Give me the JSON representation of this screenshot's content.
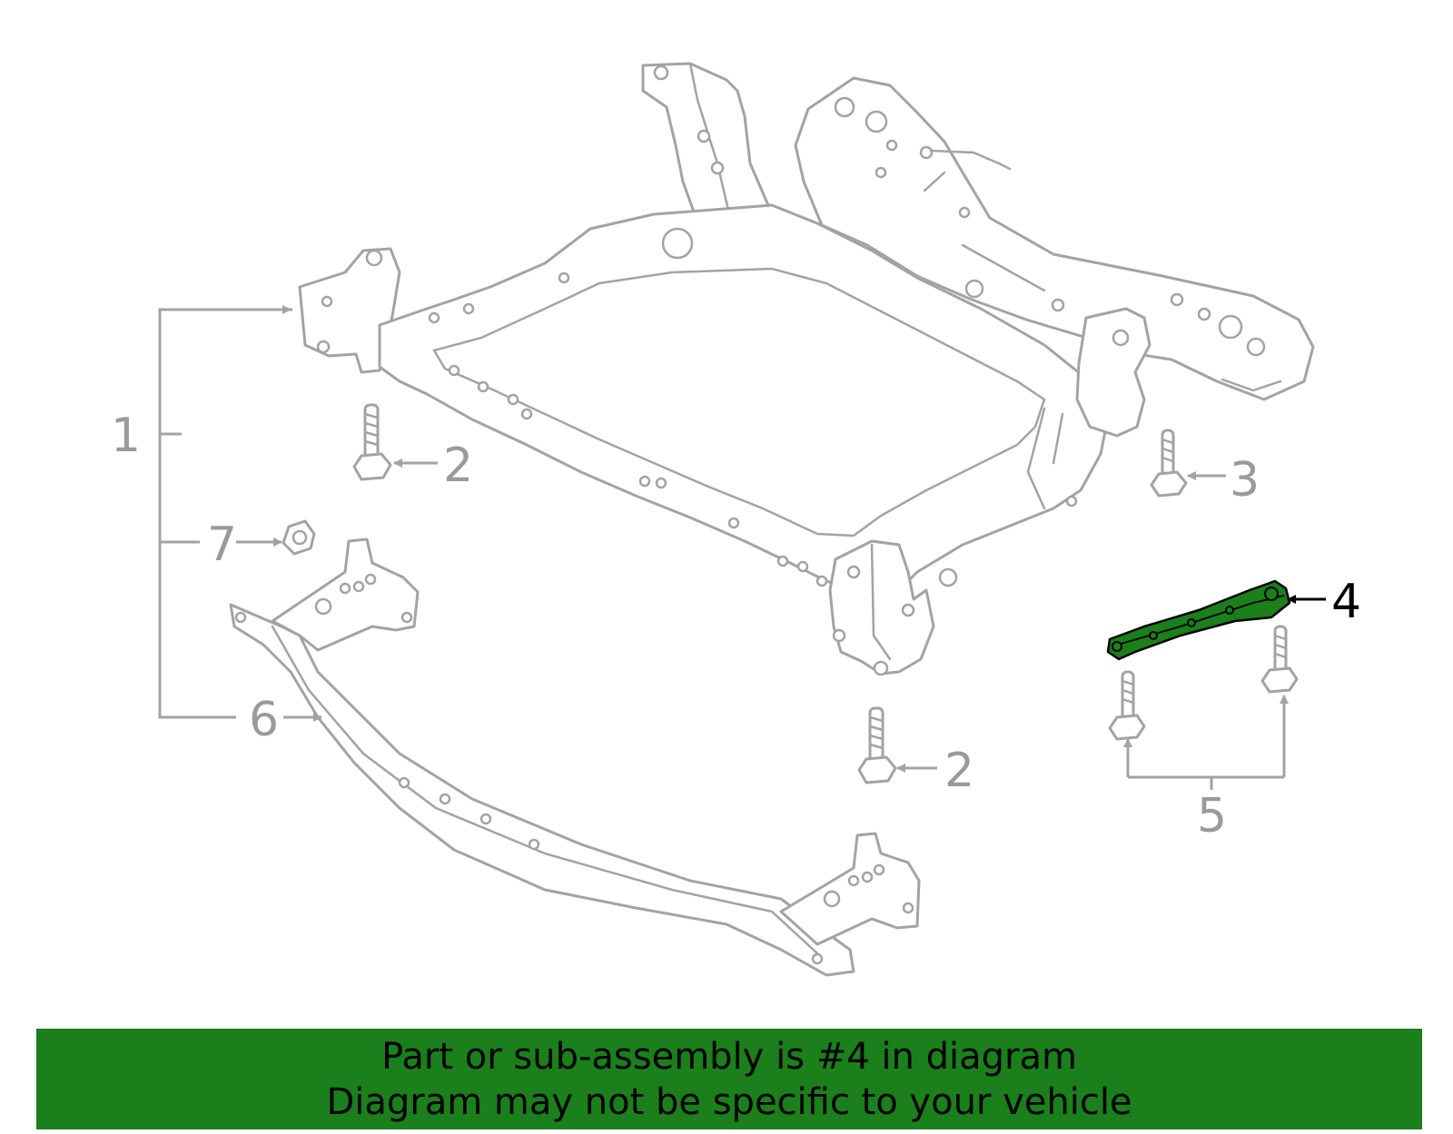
{
  "diagram": {
    "callouts": [
      "1",
      "2",
      "2",
      "3",
      "4",
      "5",
      "6",
      "7"
    ],
    "highlighted_part": "4",
    "colors": {
      "line_art": "#a3a3a3",
      "highlight_fill": "#1b7f1b",
      "highlight_stroke": "#000000",
      "banner_background": "#1b7f1b",
      "banner_text": "#000000"
    }
  },
  "banner": {
    "line1": "Part or sub-assembly is #4 in diagram",
    "line2": "Diagram may not be specific to your vehicle"
  }
}
